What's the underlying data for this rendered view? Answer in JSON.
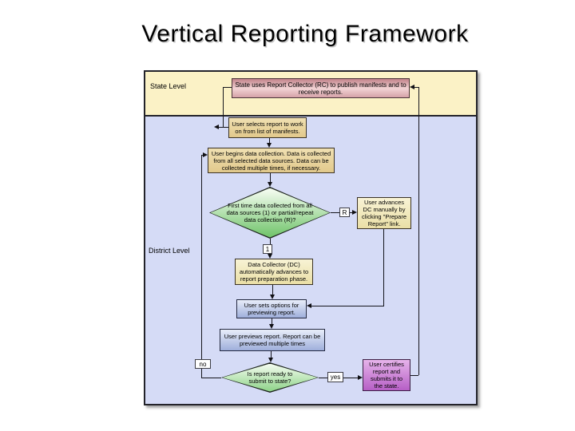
{
  "title": "Vertical Reporting Framework",
  "lanes": {
    "state": "State Level",
    "district": "District Level"
  },
  "nodes": {
    "rc": "State uses Report Collector (RC) to publish manifests and to receive reports.",
    "select": "User selects report to work on from list of manifests.",
    "collect": "User begins data collection. Data is collected from all selected data sources. Data can be collected multiple times, if necessary.",
    "decision_first": "First time data collected from all data sources (1) or partial/repeat data collection (R)?",
    "advance_manual": "User advances DC manually by clicking \"Prepare Report\" link.",
    "advance_auto": "Data Collector (DC) automatically advances to report preparation phase.",
    "options": "User sets options for previewing report.",
    "preview": "User previews report. Report can be previewed multiple times",
    "decision_ready": "Is report ready to submit to state?",
    "certify": "User certifies report and submits it to the state."
  },
  "edge_labels": {
    "r": "R",
    "one": "1",
    "no": "no",
    "yes": "yes"
  },
  "colors": {
    "state_lane": "#FBF2C6",
    "district_lane": "#D5DBF6",
    "rc_box": "#DCA3A9",
    "tan_box": "#E9D5A1",
    "pale_yellow_box": "#F0E9C0",
    "green_decision": "#7CC878",
    "blue_box": "#AEBDE4",
    "purple_box": "#C873D2",
    "connector": "#15151C"
  }
}
